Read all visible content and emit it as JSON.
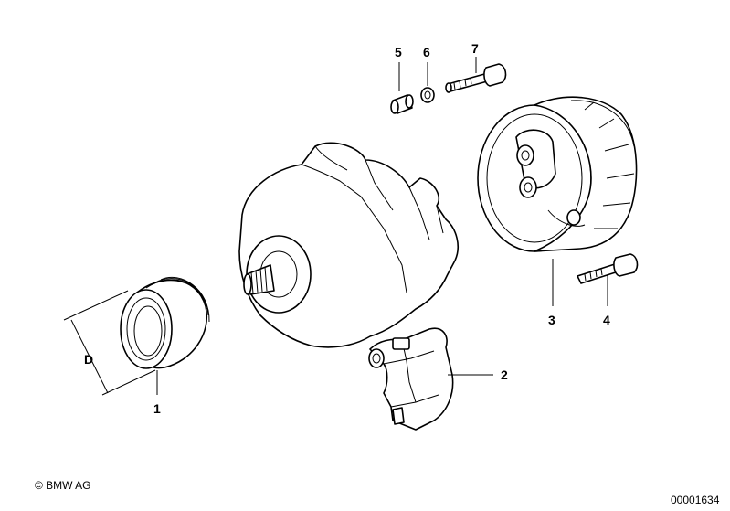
{
  "labels": {
    "p1": "1",
    "p2": "2",
    "p3": "3",
    "p4": "4",
    "p5": "5",
    "p6": "6",
    "p7": "7",
    "dim": "D"
  },
  "footer": {
    "copyright": "© BMW AG",
    "doc_number": "00001634"
  }
}
